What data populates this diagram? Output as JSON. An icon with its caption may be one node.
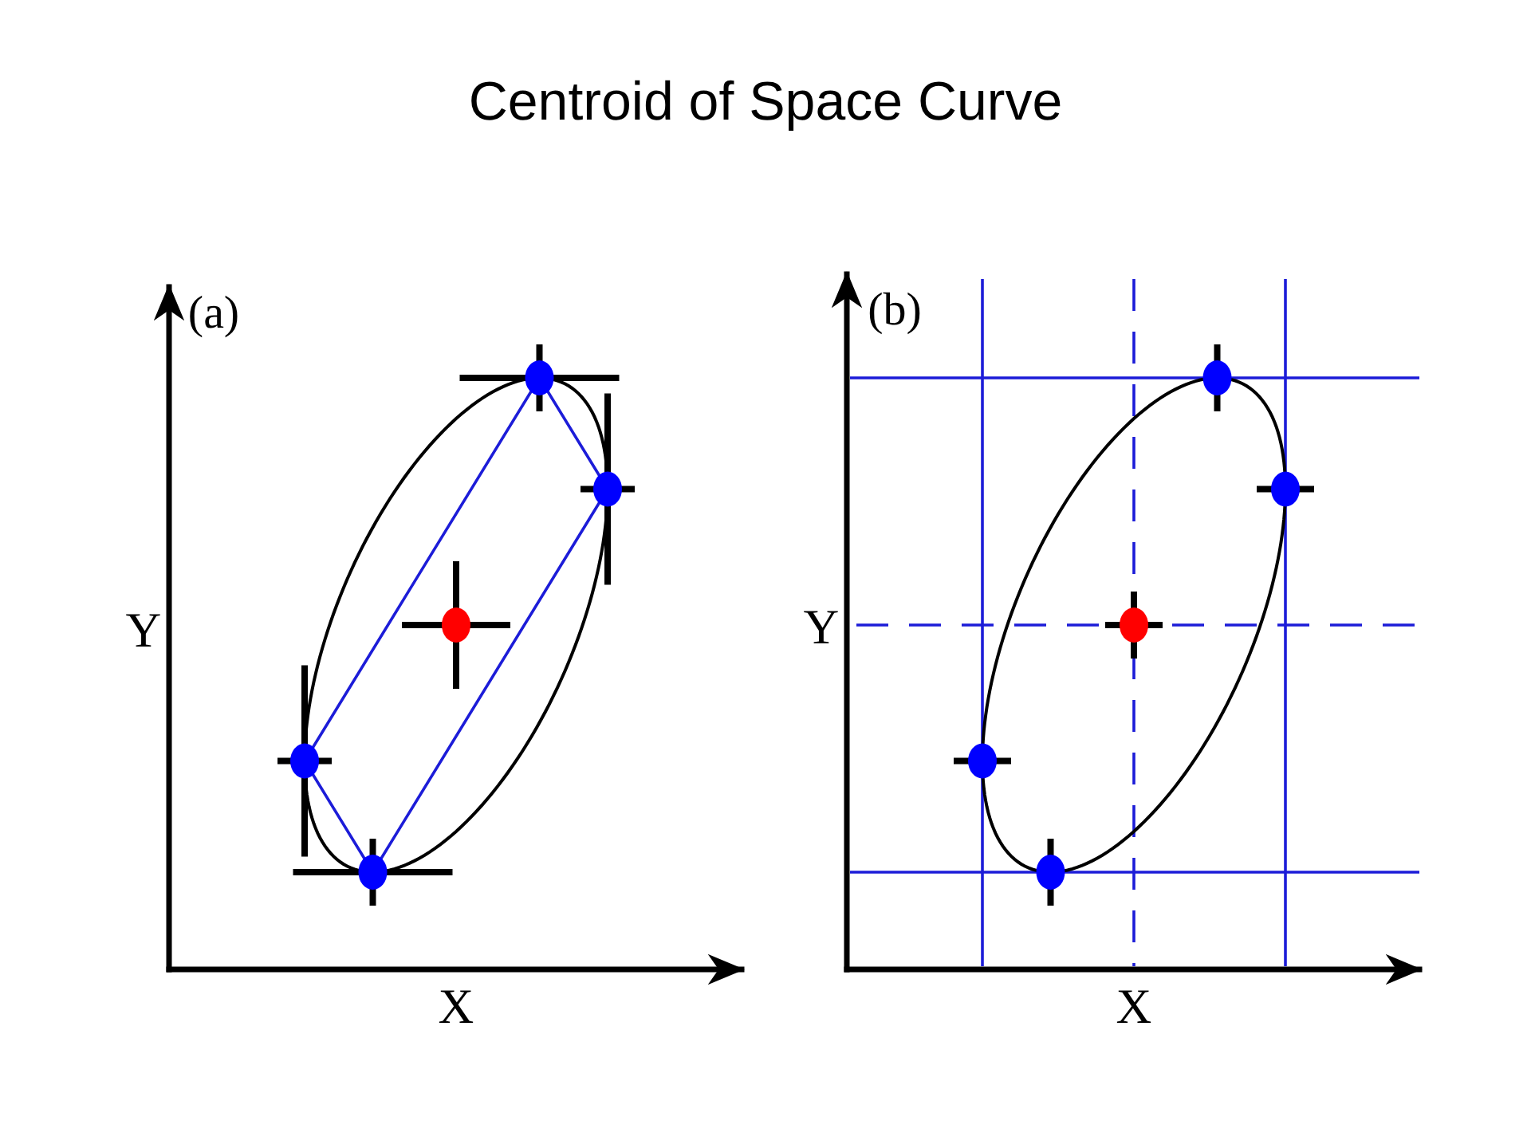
{
  "diagram": {
    "title": "Centroid of Space Curve",
    "labels": [
      "(a)",
      "Y",
      "X",
      "(b)",
      "Y",
      "X"
    ]
  }
}
